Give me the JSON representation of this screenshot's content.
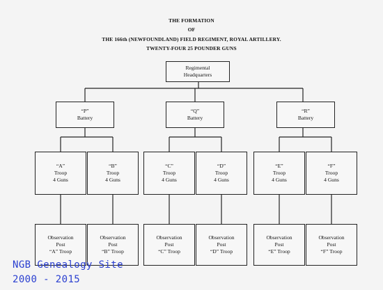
{
  "title": {
    "line1": "THE FORMATION",
    "line2": "OF",
    "line3": "THE 166th (NEWFOUNDLAND) FIELD REGIMENT, ROYAL ARTILLERY.",
    "line4": "TWENTY-FOUR 25 POUNDER GUNS"
  },
  "hq": {
    "line1": "Regimental",
    "line2": "Headquarters"
  },
  "batteries": [
    {
      "line1": "“P”",
      "line2": "Battery"
    },
    {
      "line1": "“Q”",
      "line2": "Battery"
    },
    {
      "line1": "“R”",
      "line2": "Battery"
    }
  ],
  "troops": [
    {
      "line1": "“A”",
      "line2": "Troop",
      "line3": "4 Guns"
    },
    {
      "line1": "“B”",
      "line2": "Troop",
      "line3": "4 Guns"
    },
    {
      "line1": "“C”",
      "line2": "Troop",
      "line3": "4 Guns"
    },
    {
      "line1": "“D”",
      "line2": "Troop",
      "line3": "4 Guns"
    },
    {
      "line1": "“E”",
      "line2": "Troop",
      "line3": "4 Guns"
    },
    {
      "line1": "“F”",
      "line2": "Troop",
      "line3": "4 Guns"
    }
  ],
  "observation_posts": [
    {
      "line1": "Observation",
      "line2": "Post",
      "line3": "“A” Troop"
    },
    {
      "line1": "Observation",
      "line2": "Post",
      "line3": "“B” Troop"
    },
    {
      "line1": "Observation",
      "line2": "Post",
      "line3": "“C” Troop"
    },
    {
      "line1": "Observation",
      "line2": "Post",
      "line3": "“D” Troop"
    },
    {
      "line1": "Observation",
      "line2": "Post",
      "line3": "“E” Troop"
    },
    {
      "line1": "Observation",
      "line2": "Post",
      "line3": "“F” Troop"
    }
  ],
  "watermark": {
    "line1": "NGB Genealogy Site",
    "line2": "2000 - 2015",
    "color": "#2a3fd0"
  }
}
